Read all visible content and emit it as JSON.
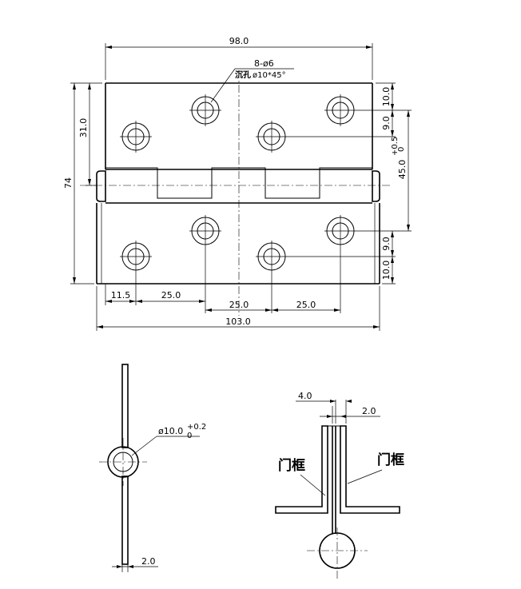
{
  "front_view": {
    "dims": {
      "width_top": "98.0",
      "width_total": "103.0",
      "height_left": "74",
      "height_left_inner": "31.0",
      "edge_left": "11.5",
      "pitch_1": "25.0",
      "pitch_2": "25.0",
      "pitch_3": "25.0",
      "right_top_10": "10.0",
      "right_top_9": "9.0",
      "right_mid": "45.0",
      "right_mid_tol_upper": "+0.5",
      "right_mid_tol_lower": "0",
      "right_bot_9": "9.0",
      "right_bot_10": "10.0"
    },
    "callout": {
      "line1": "8-ø6",
      "line2_cn": "沉孔",
      "line2_rest": "ø10*45°"
    }
  },
  "side_view": {
    "pin_dim": "ø10.0",
    "pin_tol_upper": "+0.2",
    "pin_tol_lower": "0",
    "thickness": "2.0"
  },
  "section_view": {
    "gap_dim": "4.0",
    "thickness": "2.0",
    "label_left": "门框",
    "label_right": "门框"
  },
  "colors": {
    "line": "#000000",
    "background": "#ffffff"
  }
}
